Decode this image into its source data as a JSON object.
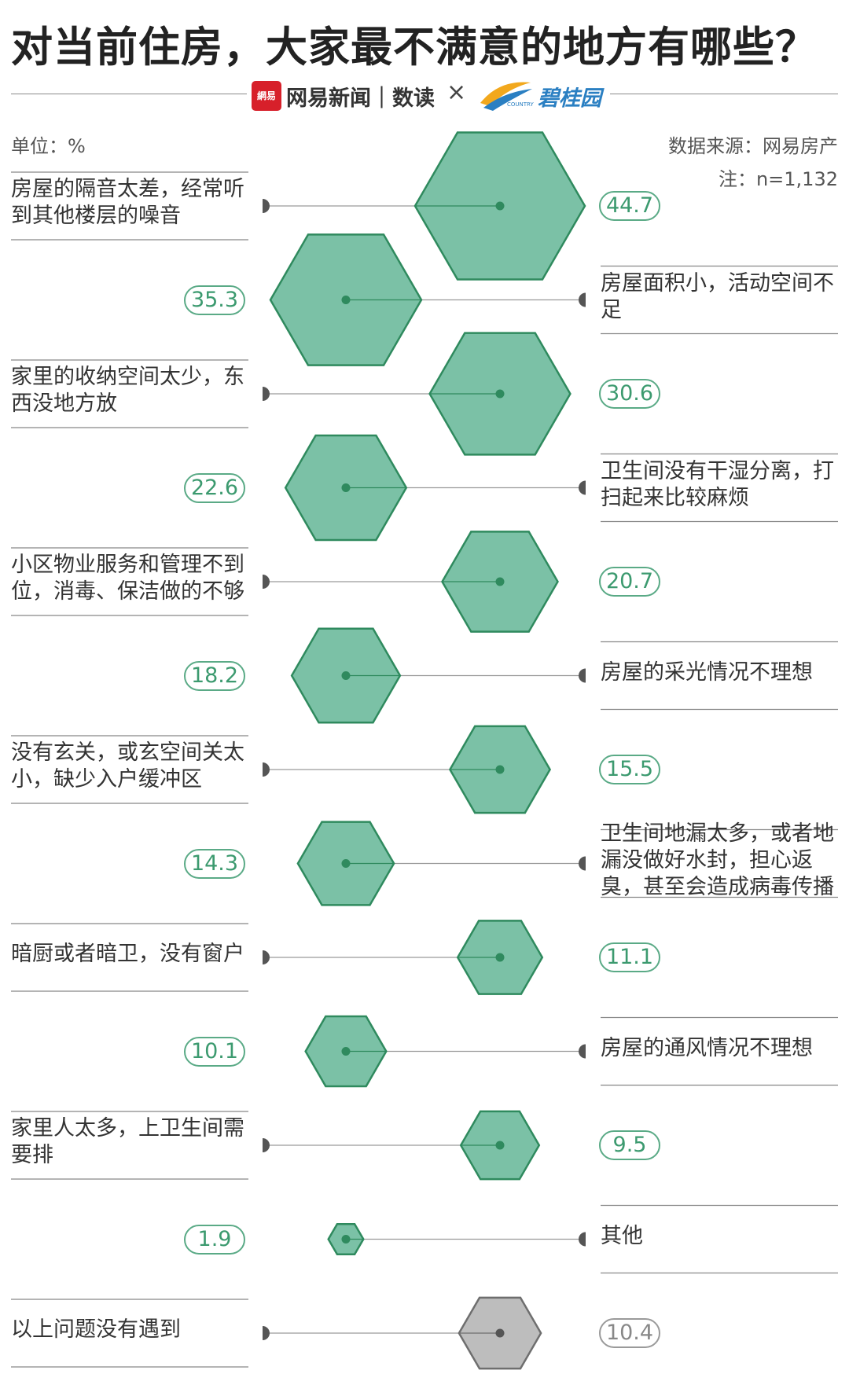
{
  "header": {
    "title": "对当前住房，大家最不满意的地方有哪些？",
    "brand_logo_text": "網易",
    "brand_name": "网易新闻｜数读",
    "cross": "×",
    "partner_name": "碧桂园",
    "partner_sub": "COUNTRY GARDEN"
  },
  "unit": "单位：%",
  "source": "数据来源：网易房产",
  "note": "注：n=1,132",
  "colors": {
    "hex_fill": "#7bc1a6",
    "hex_stroke": "#2f8a5e",
    "dot": "#2f8a5e",
    "grey_fill": "#bdbdbd",
    "grey_stroke": "#6e6e6e"
  },
  "chart_data": {
    "type": "bar",
    "title": "对当前住房，大家最不满意的地方有哪些？",
    "unit": "%",
    "categories": [
      "房屋的隔音太差，经常听到其他楼层的噪音",
      "房屋面积小，活动空间不足",
      "家里的收纳空间太少，东西没地方放",
      "卫生间没有干湿分离，打扫起来比较麻烦",
      "小区物业服务和管理不到位，消毒、保洁做的不够",
      "房屋的采光情况不理想",
      "没有玄关，或玄空间关太小，缺少入户缓冲区",
      "卫生间地漏太多，或者地漏没做好水封，担心返臭，甚至会造成病毒传播",
      "暗厨或者暗卫，没有窗户",
      "房屋的通风情况不理想",
      "家里人太多，上卫生间需要排",
      "其他",
      "以上问题没有遇到"
    ],
    "values": [
      44.7,
      35.3,
      30.6,
      22.6,
      20.7,
      18.2,
      15.5,
      14.3,
      11.1,
      10.1,
      9.5,
      1.9,
      10.4
    ],
    "value_labels": [
      "44.7",
      "35.3",
      "30.6",
      "22.6",
      "20.7",
      "18.2",
      "15.5",
      "14.3",
      "11.1",
      "10.1",
      "9.5",
      "1.9",
      "10.4"
    ],
    "label_side": [
      "left",
      "right",
      "left",
      "right",
      "left",
      "right",
      "left",
      "right",
      "left",
      "right",
      "left",
      "right",
      "left"
    ],
    "grey_items": [
      12
    ]
  }
}
